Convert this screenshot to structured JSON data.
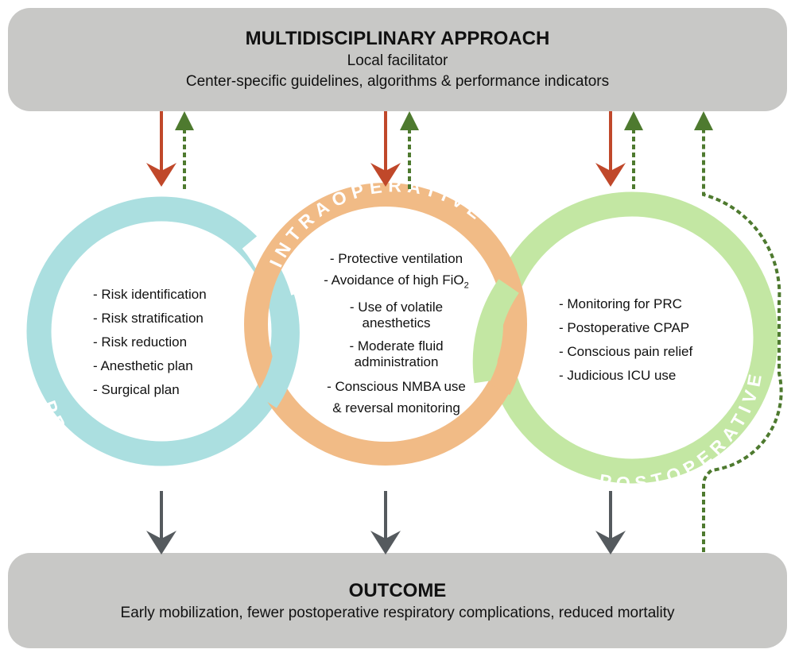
{
  "top_panel": {
    "title": "MULTIDISCIPLINARY APPROACH",
    "line1": "Local facilitator",
    "line2": "Center-specific guidelines, algorithms & performance indicators"
  },
  "bottom_panel": {
    "title": "OUTCOME",
    "line1": "Early mobilization, fewer postoperative respiratory complications, reduced mortality"
  },
  "phases": {
    "pre": {
      "label": "PREOPERATIVE",
      "color": "#abdfe0",
      "items": [
        "- Risk identification",
        "- Risk stratification",
        "- Risk reduction",
        "- Anesthetic plan",
        "- Surgical plan"
      ]
    },
    "intra": {
      "label": "INTRAOPERATIVE",
      "color": "#f1bb86",
      "items": {
        "i0": "- Protective ventilation",
        "i1_pre": "- Avoidance of high FiO",
        "i1_sub": "2",
        "i2a": "- Use of volatile",
        "i2b": "anesthetics",
        "i3a": "- Moderate fluid",
        "i3b": "administration",
        "i4a": "- Conscious NMBA use",
        "i4b": "& reversal monitoring"
      }
    },
    "post": {
      "label": "POSTOPERATIVE",
      "color": "#c3e7a3",
      "items": [
        "- Monitoring for PRC",
        "- Postoperative CPAP",
        "- Conscious pain relief",
        "- Judicious ICU use"
      ]
    }
  },
  "arrow_colors": {
    "down": "#c0482a",
    "feedback": "#4e7a2f",
    "outcome": "#555a5e"
  }
}
